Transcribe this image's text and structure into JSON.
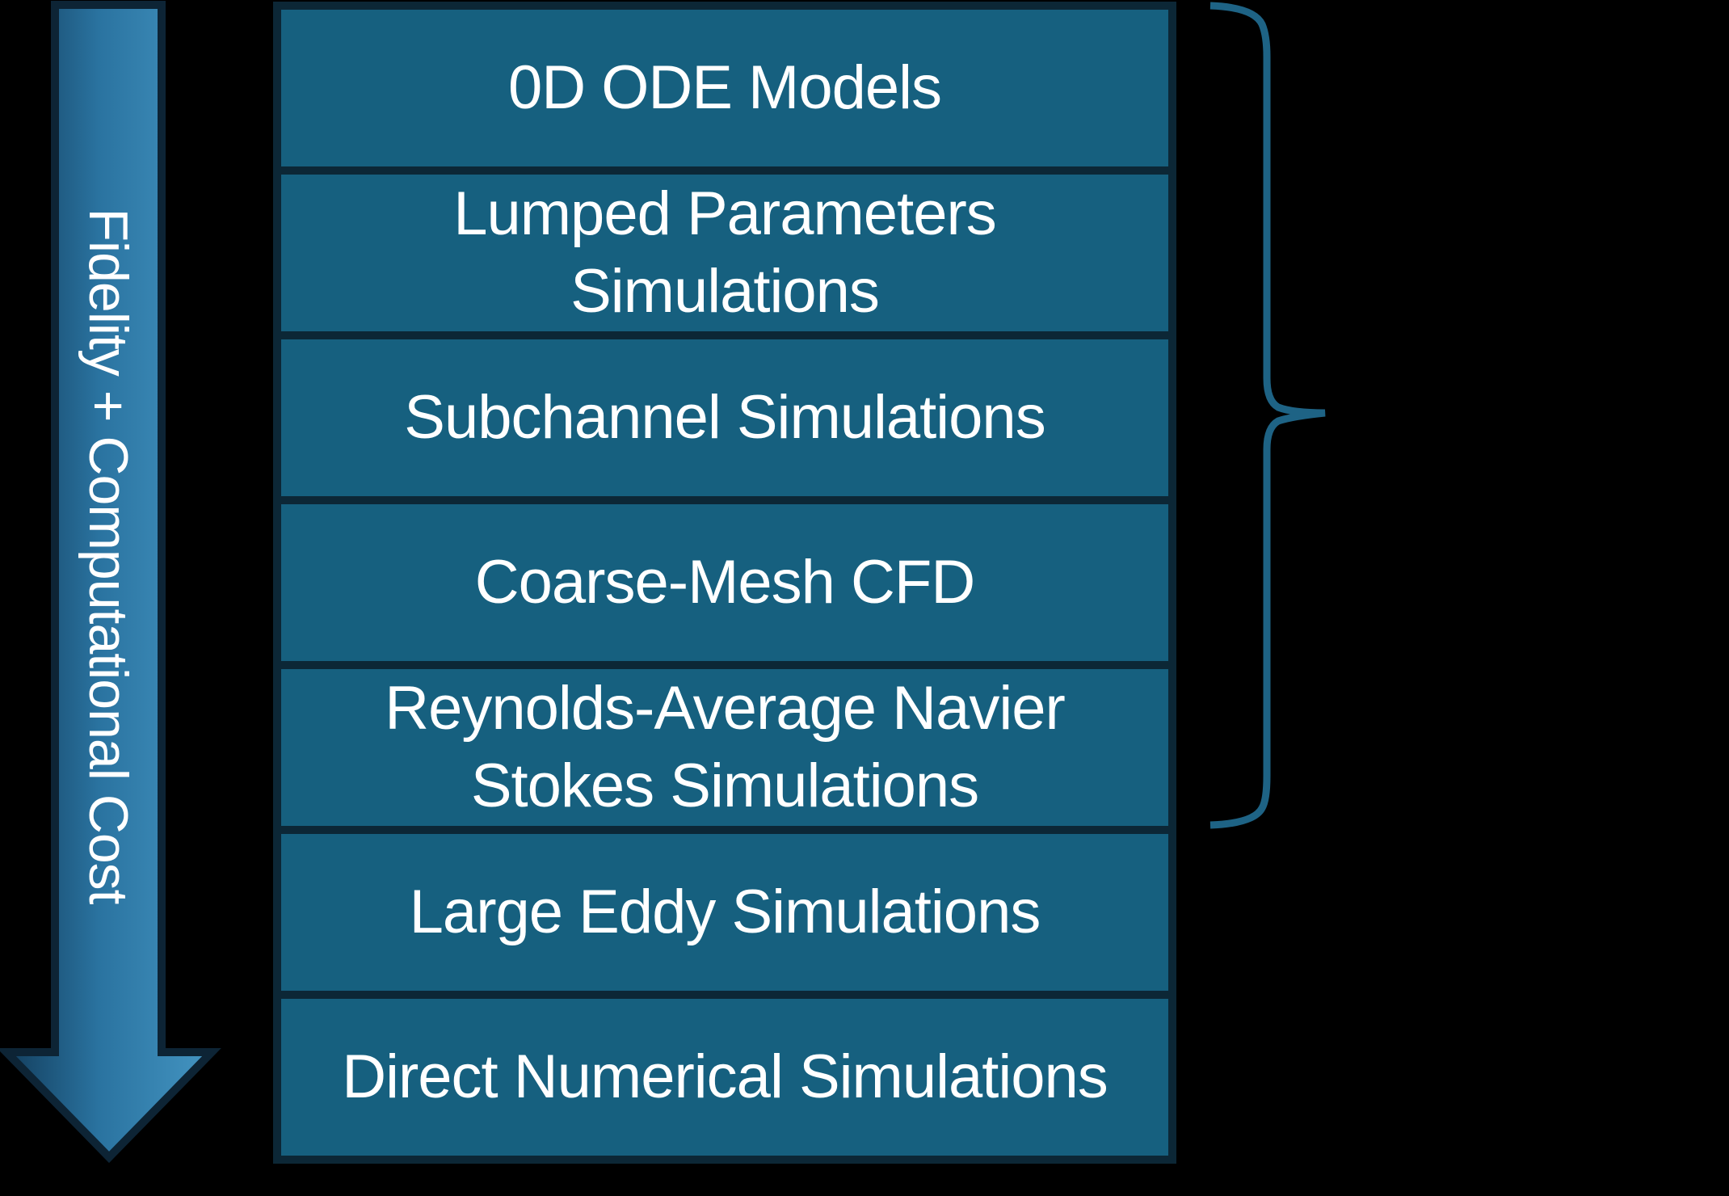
{
  "arrow": {
    "label": "Fidelity + Computational Cost"
  },
  "stack": {
    "boxes": [
      {
        "label": "0D ODE Models"
      },
      {
        "label": "Lumped Parameters Simulations"
      },
      {
        "label": "Subchannel Simulations"
      },
      {
        "label": "Coarse-Mesh CFD"
      },
      {
        "label": "Reynolds-Average Navier Stokes Simulations"
      },
      {
        "label": "Large Eddy Simulations"
      },
      {
        "label": "Direct Numerical Simulations"
      }
    ]
  },
  "colors": {
    "background": "#000000",
    "box_fill": "#16607F",
    "stack_border": "#0C2736",
    "text": "#FFFFFF",
    "arrow_outline": "#0D2435",
    "arrow_gradient_start": "#133E5D",
    "arrow_gradient_mid": "#2A73A0",
    "arrow_gradient_end": "#4495C2",
    "brace": "#1E6385"
  }
}
